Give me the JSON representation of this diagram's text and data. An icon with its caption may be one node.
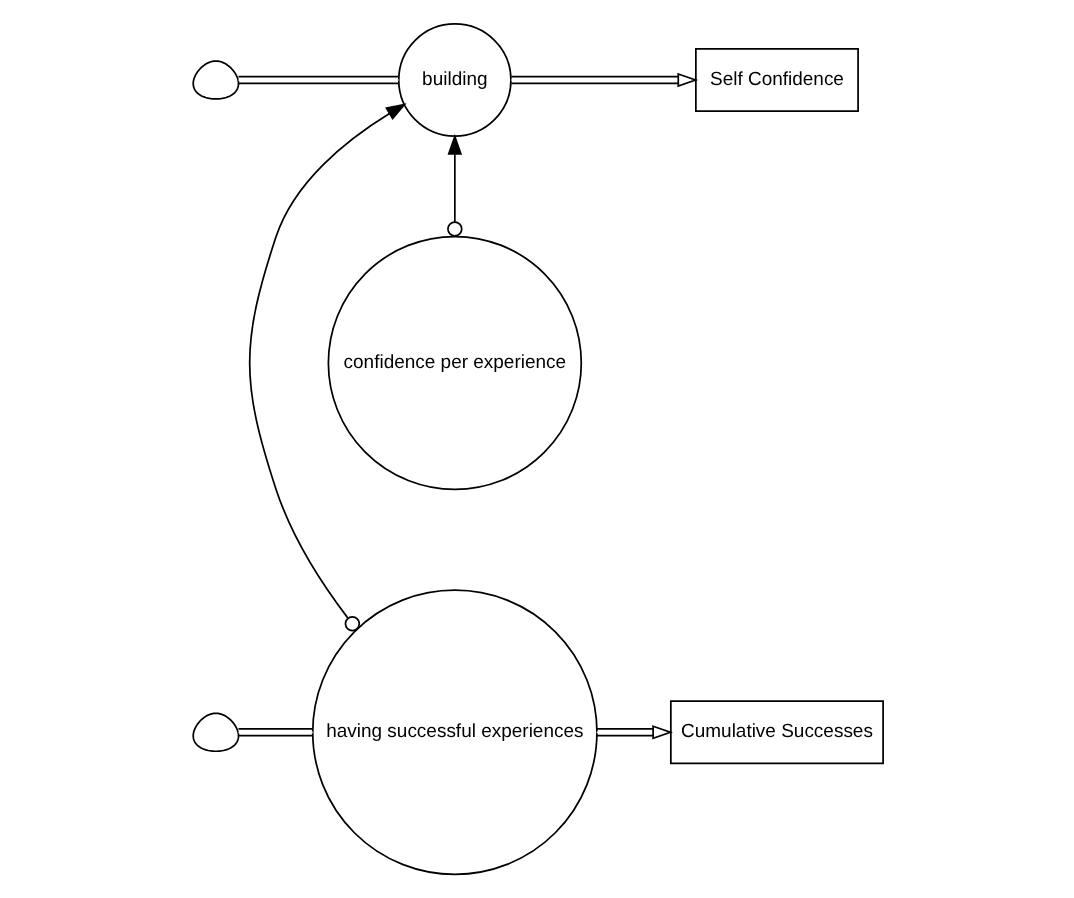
{
  "diagram": {
    "nodes": [
      {
        "text": [],
        "shape": "cloud"
      },
      {
        "text": [
          "building"
        ]
      },
      {
        "text": [
          "Self Confidence"
        ]
      },
      {
        "text": [
          "confidence per experience"
        ]
      },
      {
        "text": [],
        "shape": "cloud"
      },
      {
        "text": [
          "having successful experiences"
        ]
      },
      {
        "text": [
          "Cumulative Successes"
        ]
      }
    ],
    "edges": [
      {
        "from": 0,
        "to": 1,
        "arrow": "none"
      },
      {
        "from": 1,
        "to": 2,
        "arrow": "to"
      },
      {
        "from": 3,
        "to": 1,
        "arrow": "to"
      },
      {
        "from": 5,
        "to": 1,
        "arrow": "to"
      },
      {
        "from": 4,
        "to": 5,
        "arrow": "none"
      },
      {
        "from": 5,
        "to": 6,
        "arrow": "to"
      }
    ]
  }
}
